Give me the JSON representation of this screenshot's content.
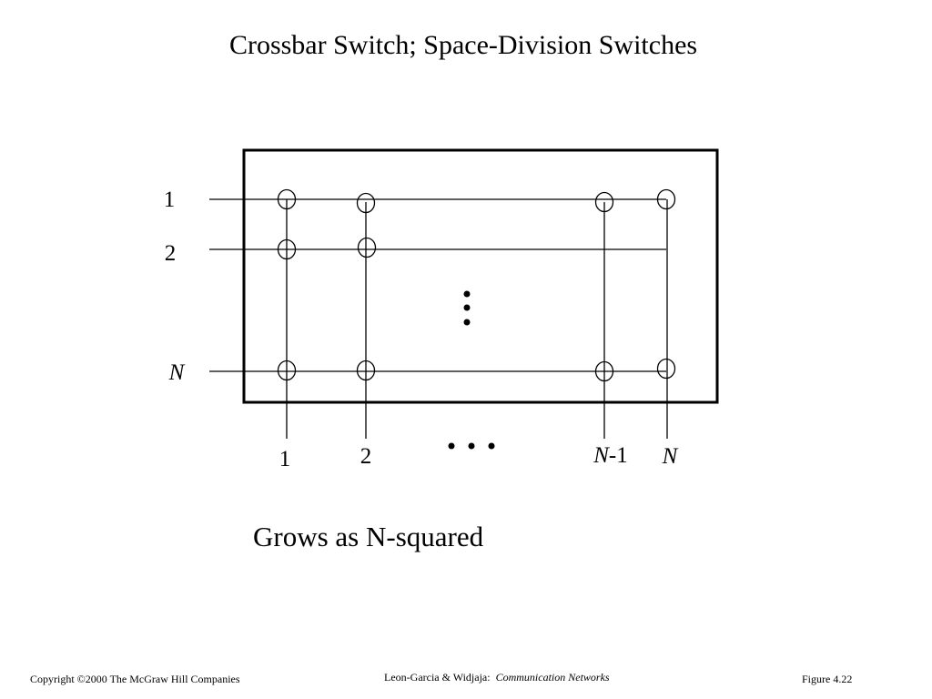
{
  "slide": {
    "title": "Crossbar Switch; Space-Division Switches",
    "caption": "Grows as N-squared"
  },
  "diagram": {
    "input_labels": [
      {
        "text": "1",
        "italic": false
      },
      {
        "text": "2",
        "italic": false
      },
      {
        "text": "N",
        "italic": true
      }
    ],
    "output_labels": [
      {
        "main": "1",
        "suffix": "",
        "italic": false
      },
      {
        "main": "2",
        "suffix": "",
        "italic": false
      },
      {
        "main": "N",
        "suffix": "-1",
        "italic": true
      },
      {
        "main": "N",
        "suffix": "",
        "italic": true
      }
    ]
  },
  "footer": {
    "copyright": "Copyright ©2000 The McGraw Hill Companies",
    "authors": "Leon-Garcia & Widjaja:",
    "book": "Communication Networks",
    "figure": "Figure 4.22"
  }
}
